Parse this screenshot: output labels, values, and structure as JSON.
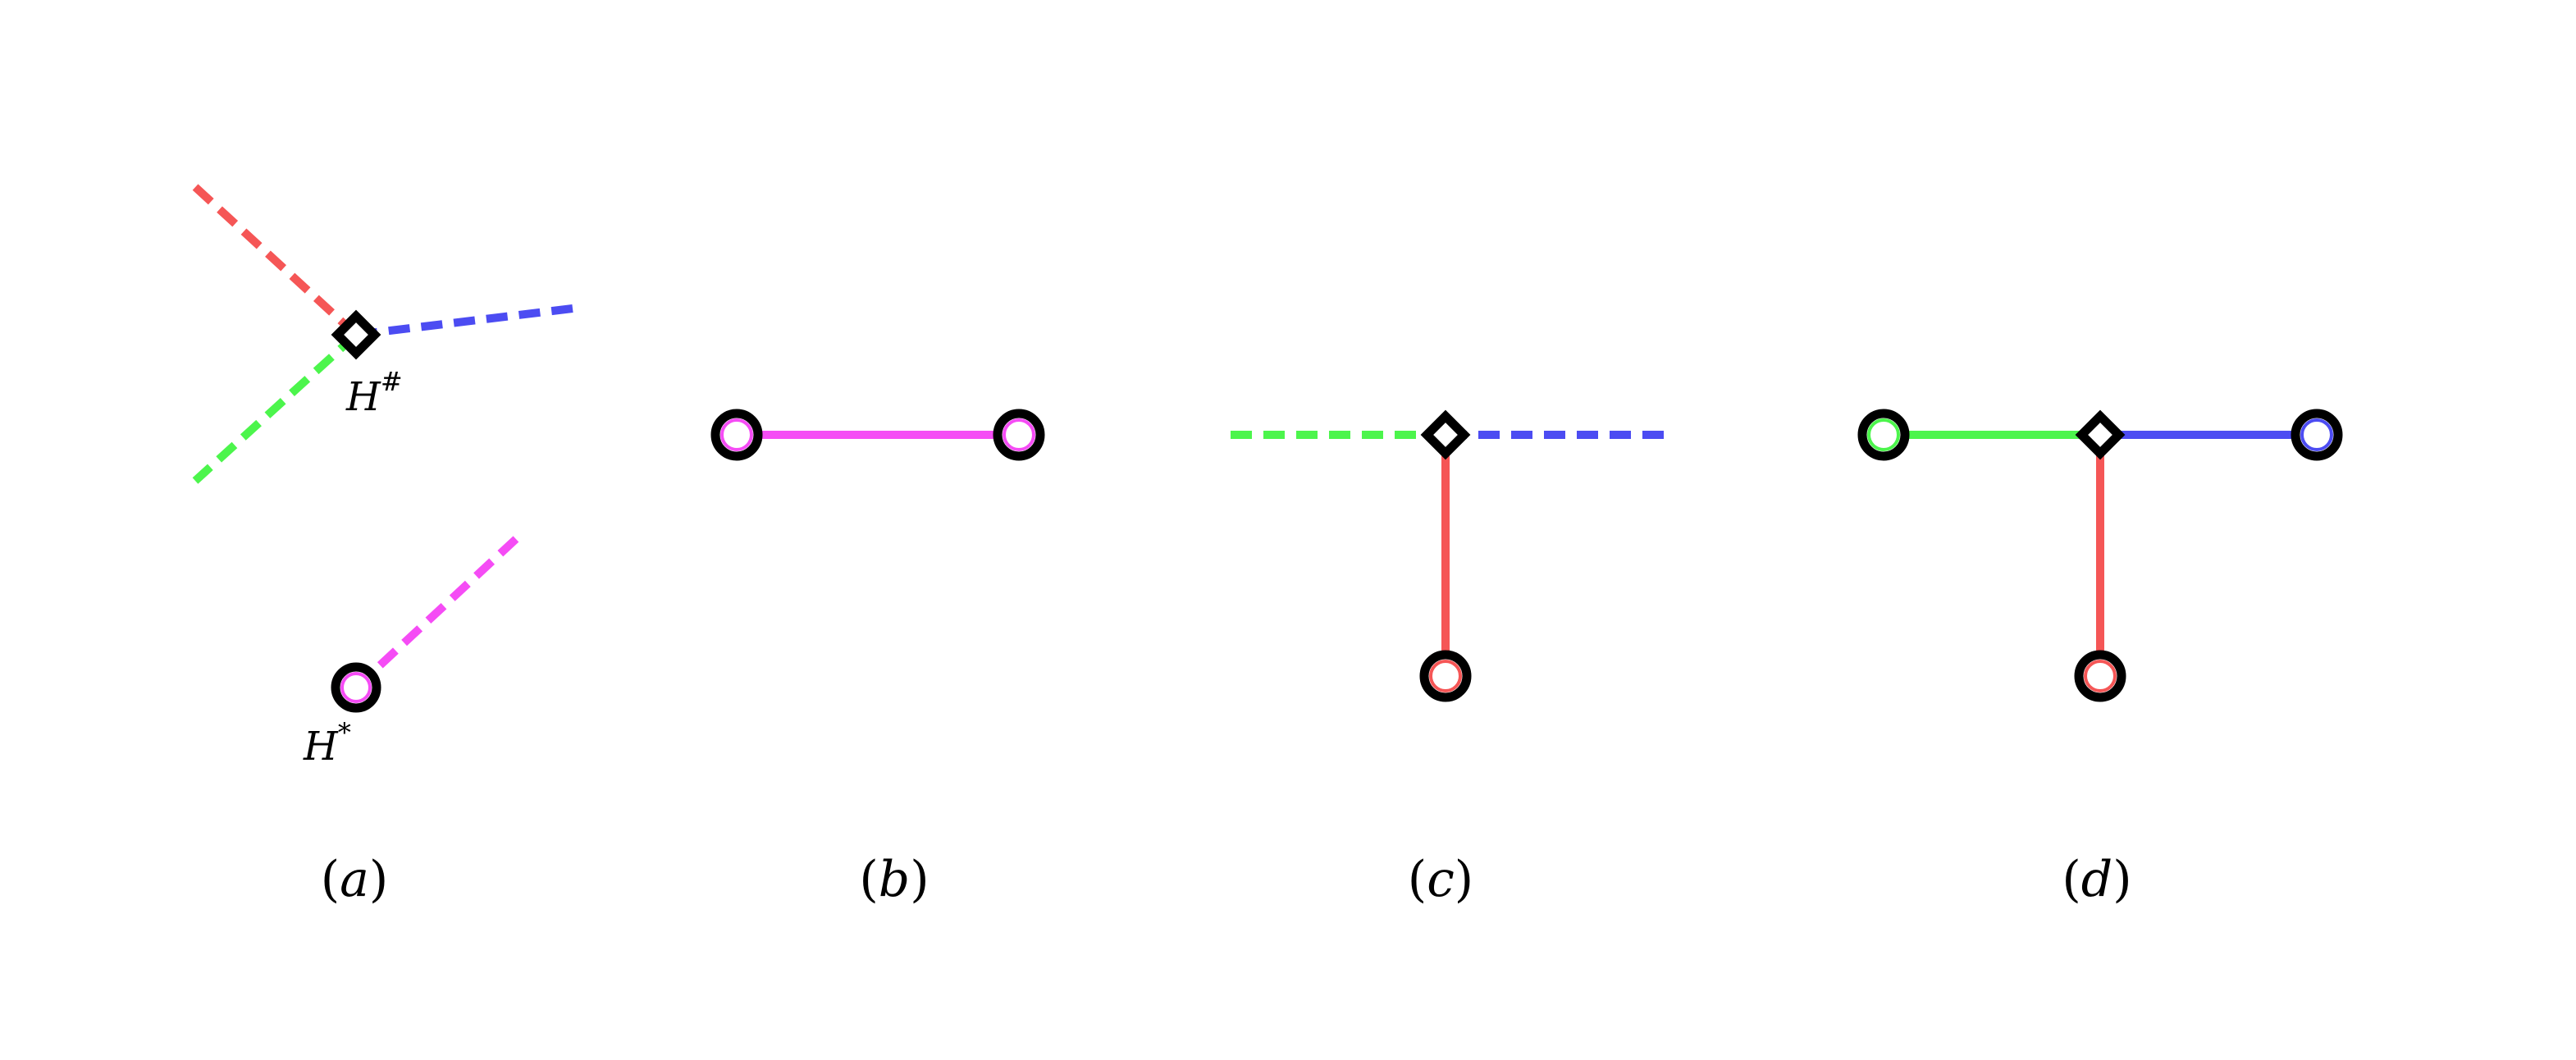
{
  "colors": {
    "red": "#f55656",
    "blue": "#4c4cf2",
    "green": "#4cf54c",
    "magenta": "#f54cf5",
    "node_outline": "#000000",
    "background": "#ffffff"
  },
  "panels": {
    "a": {
      "caption_letter": "a",
      "hash_label": "H",
      "hash_sup": "#",
      "star_label": "H",
      "star_sup": "*"
    },
    "b": {
      "caption_letter": "b"
    },
    "c": {
      "caption_letter": "c"
    },
    "d": {
      "caption_letter": "d"
    }
  }
}
